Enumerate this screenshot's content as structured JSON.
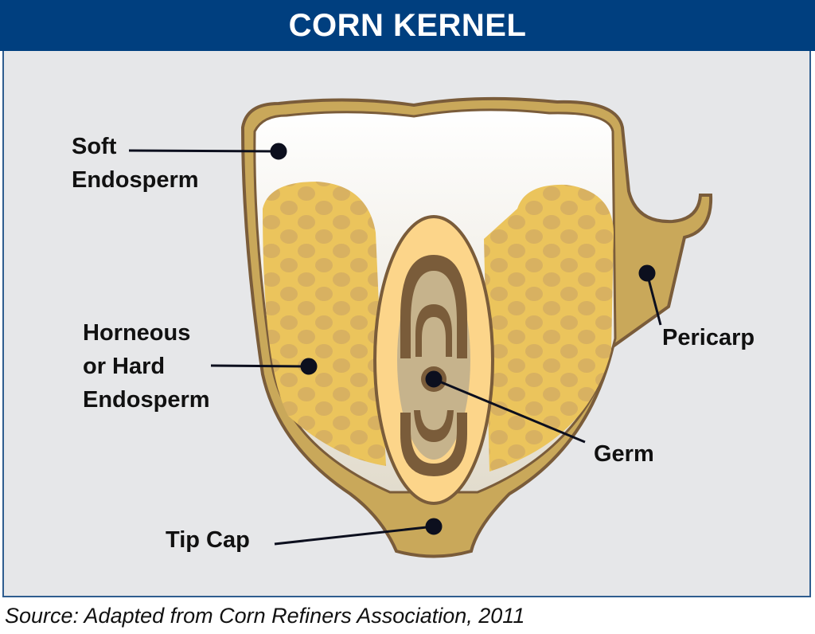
{
  "title": "CORN KERNEL",
  "labels": {
    "soft_endosperm": [
      "Soft",
      "Endosperm"
    ],
    "hard_endosperm": [
      "Horneous",
      "or Hard",
      "Endosperm"
    ],
    "pericarp": "Pericarp",
    "germ": "Germ",
    "tip_cap": "Tip Cap"
  },
  "source": "Source: Adapted from Corn Refiners Association, 2011",
  "colors": {
    "header": "#003f7f",
    "panel": "#e6e7e9",
    "pericarp": "#c9a85a",
    "hard_endosperm": "#ebc45c",
    "germ": "#fcd58a",
    "outline": "#7a5c3a"
  }
}
